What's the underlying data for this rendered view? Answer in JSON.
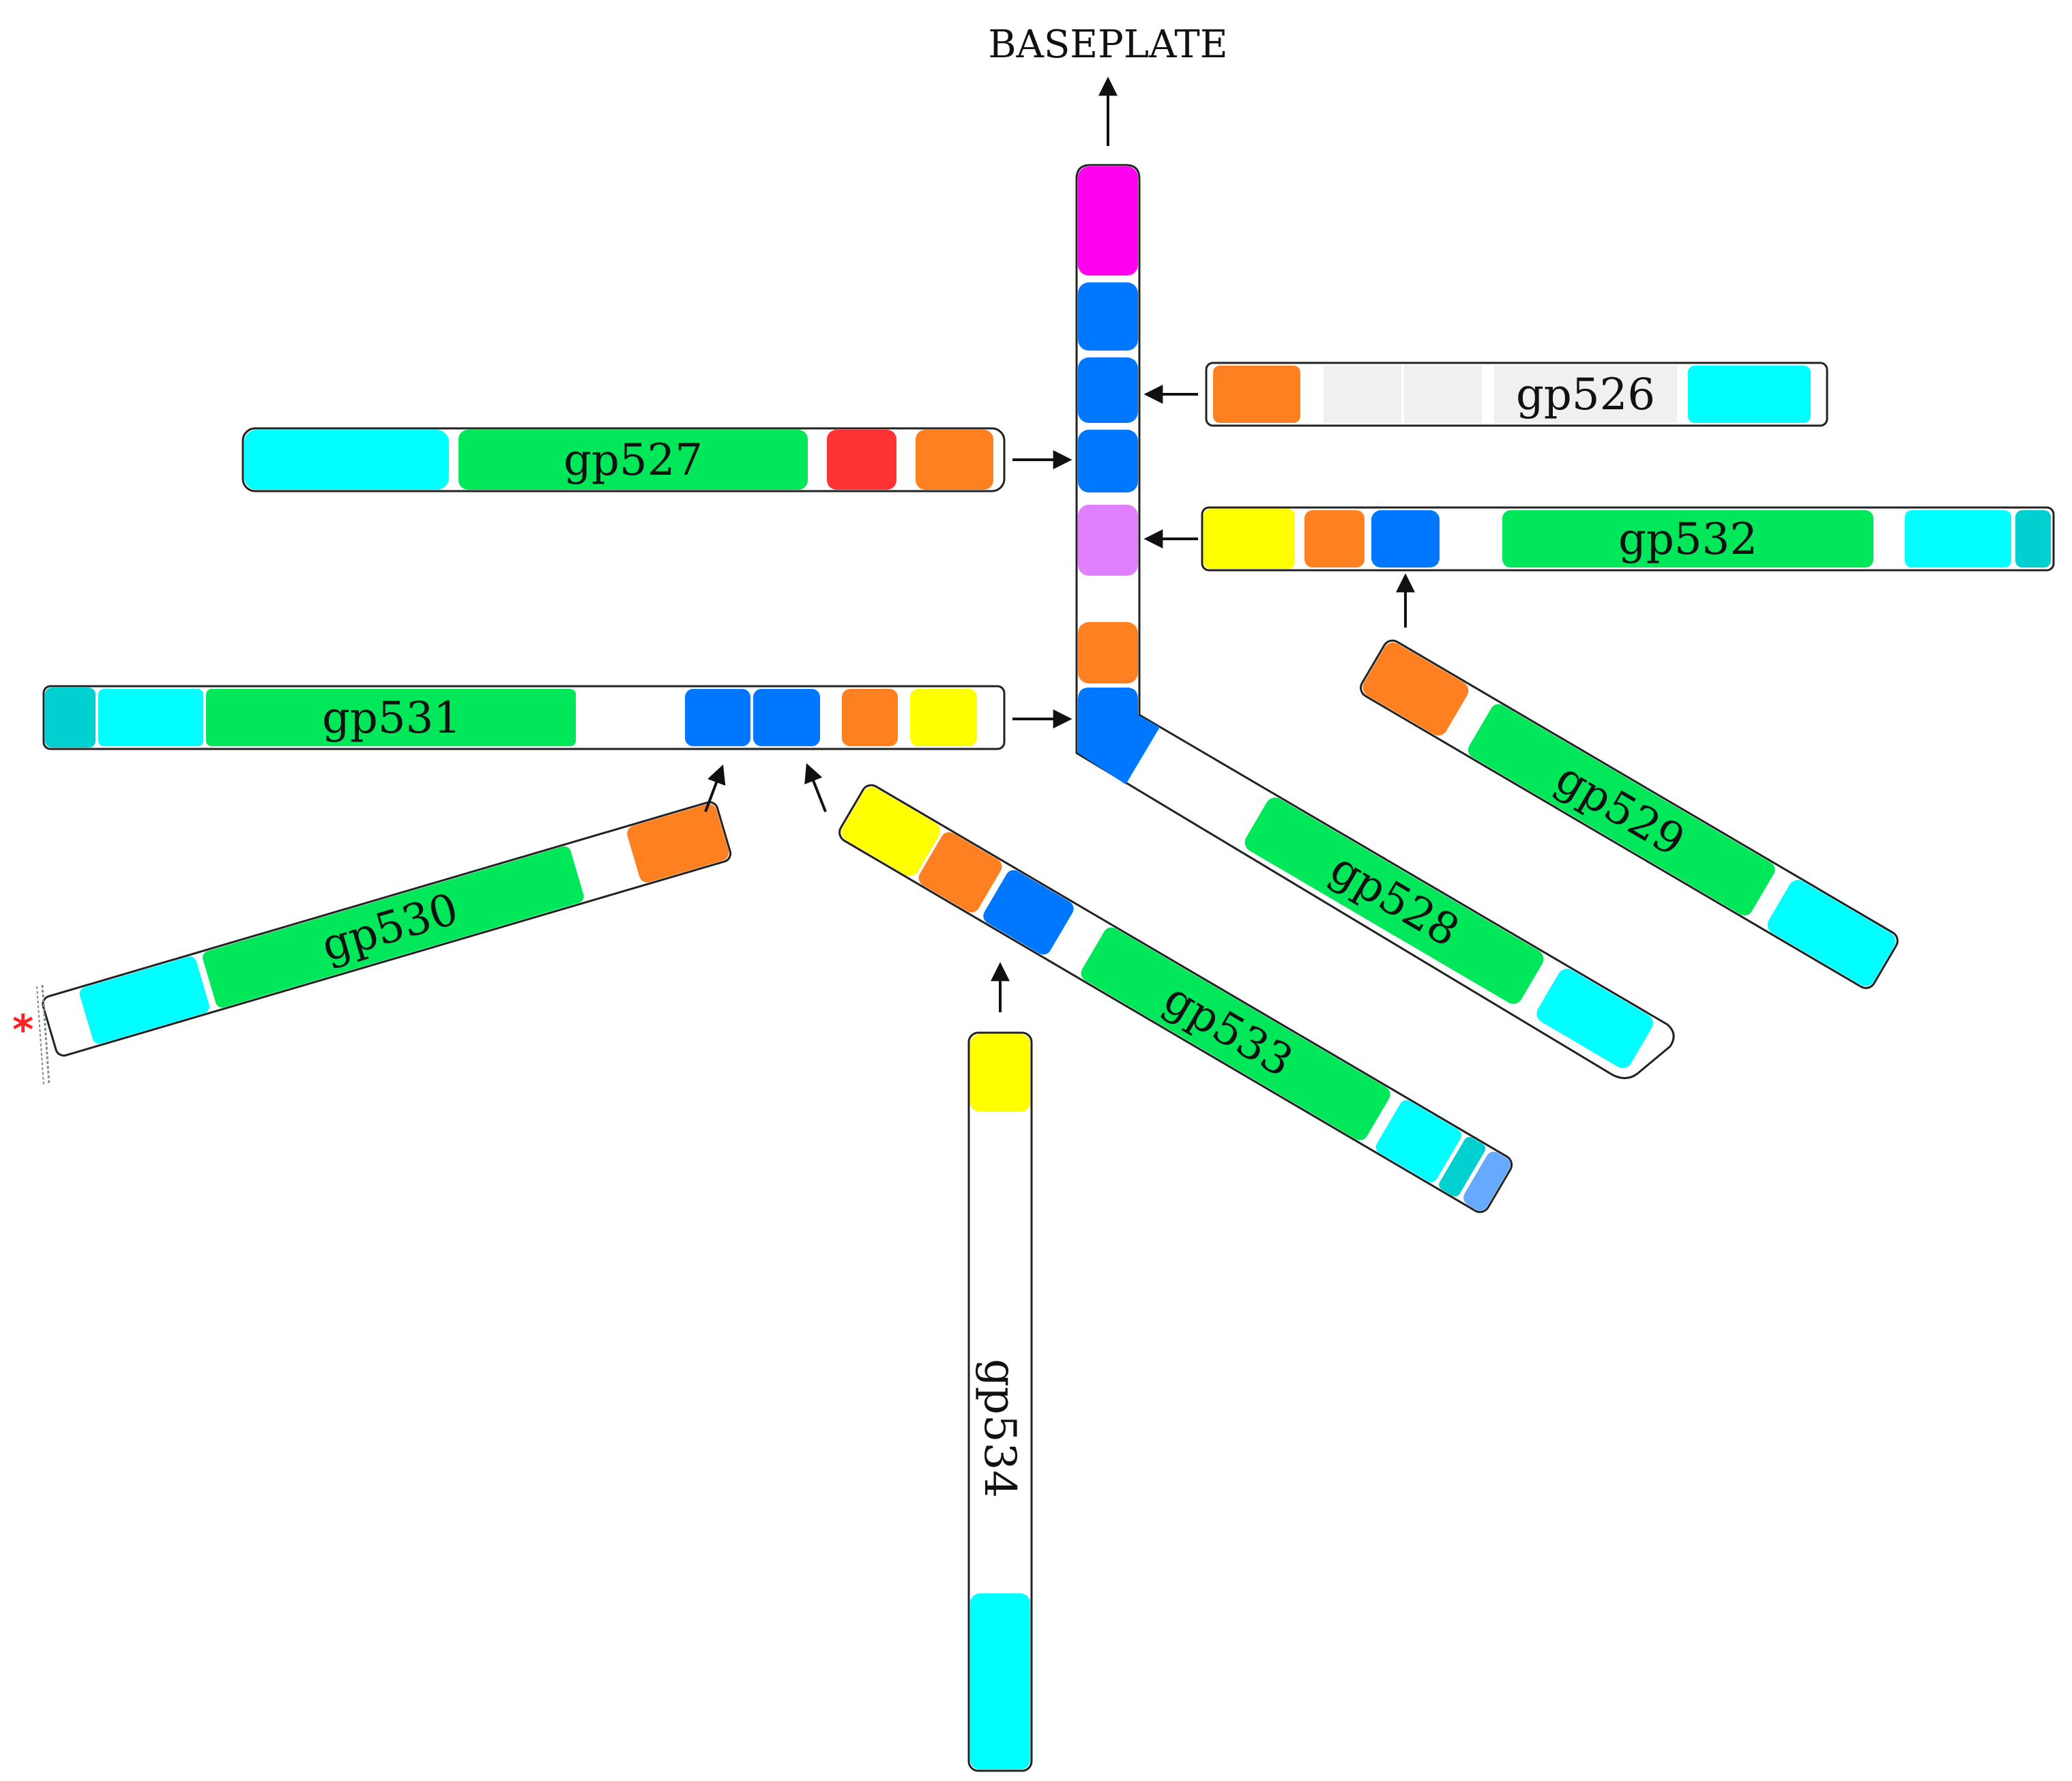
{
  "title": "BASEPLATE",
  "marker": "*",
  "colors": {
    "magenta": "#ff00ee",
    "blue": "#0077ff",
    "light_blue": "#66aaff",
    "violet": "#e080ff",
    "orange": "#ff8020",
    "green": "#00e85a",
    "cyan": "#00ffff",
    "teal": "#00d0d0",
    "red": "#ff3333",
    "yellow": "#ffff00",
    "grey": "#f0f0f0",
    "outline": "#222222",
    "asterisk": "#ff2222"
  },
  "proteins": [
    {
      "id": "gp526",
      "label": "gp526",
      "domains": [
        "orange",
        "grey",
        "grey",
        "grey",
        "cyan"
      ]
    },
    {
      "id": "gp527",
      "label": "gp527",
      "domains": [
        "cyan",
        "green",
        "red",
        "orange"
      ]
    },
    {
      "id": "gp528",
      "label": "gp528",
      "domains": [
        "magenta",
        "blue",
        "blue",
        "blue",
        "violet",
        "orange",
        "blue",
        "green",
        "cyan"
      ]
    },
    {
      "id": "gp529",
      "label": "gp529",
      "domains": [
        "orange",
        "green",
        "cyan"
      ]
    },
    {
      "id": "gp530",
      "label": "gp530",
      "domains": [
        "cyan",
        "green",
        "orange"
      ]
    },
    {
      "id": "gp531",
      "label": "gp531",
      "domains": [
        "teal",
        "cyan",
        "green",
        "blue",
        "blue",
        "orange",
        "yellow"
      ]
    },
    {
      "id": "gp532",
      "label": "gp532",
      "domains": [
        "yellow",
        "orange",
        "blue",
        "green",
        "cyan",
        "teal"
      ]
    },
    {
      "id": "gp533",
      "label": "gp533",
      "domains": [
        "yellow",
        "orange",
        "blue",
        "green",
        "cyan",
        "teal",
        "light_blue"
      ]
    },
    {
      "id": "gp534",
      "label": "gp534",
      "domains": [
        "yellow",
        "cyan"
      ]
    }
  ]
}
